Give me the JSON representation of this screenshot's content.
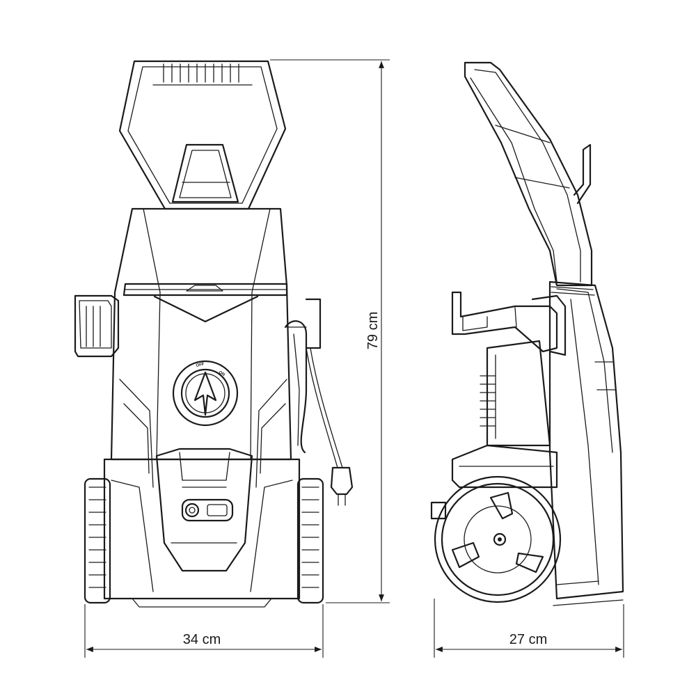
{
  "dimensions": {
    "width_front": "34 cm",
    "height": "79 cm",
    "depth_side": "27 cm"
  },
  "switch_labels": {
    "off": "OFF",
    "on": "ON"
  },
  "line_color": "#1a1a1a"
}
